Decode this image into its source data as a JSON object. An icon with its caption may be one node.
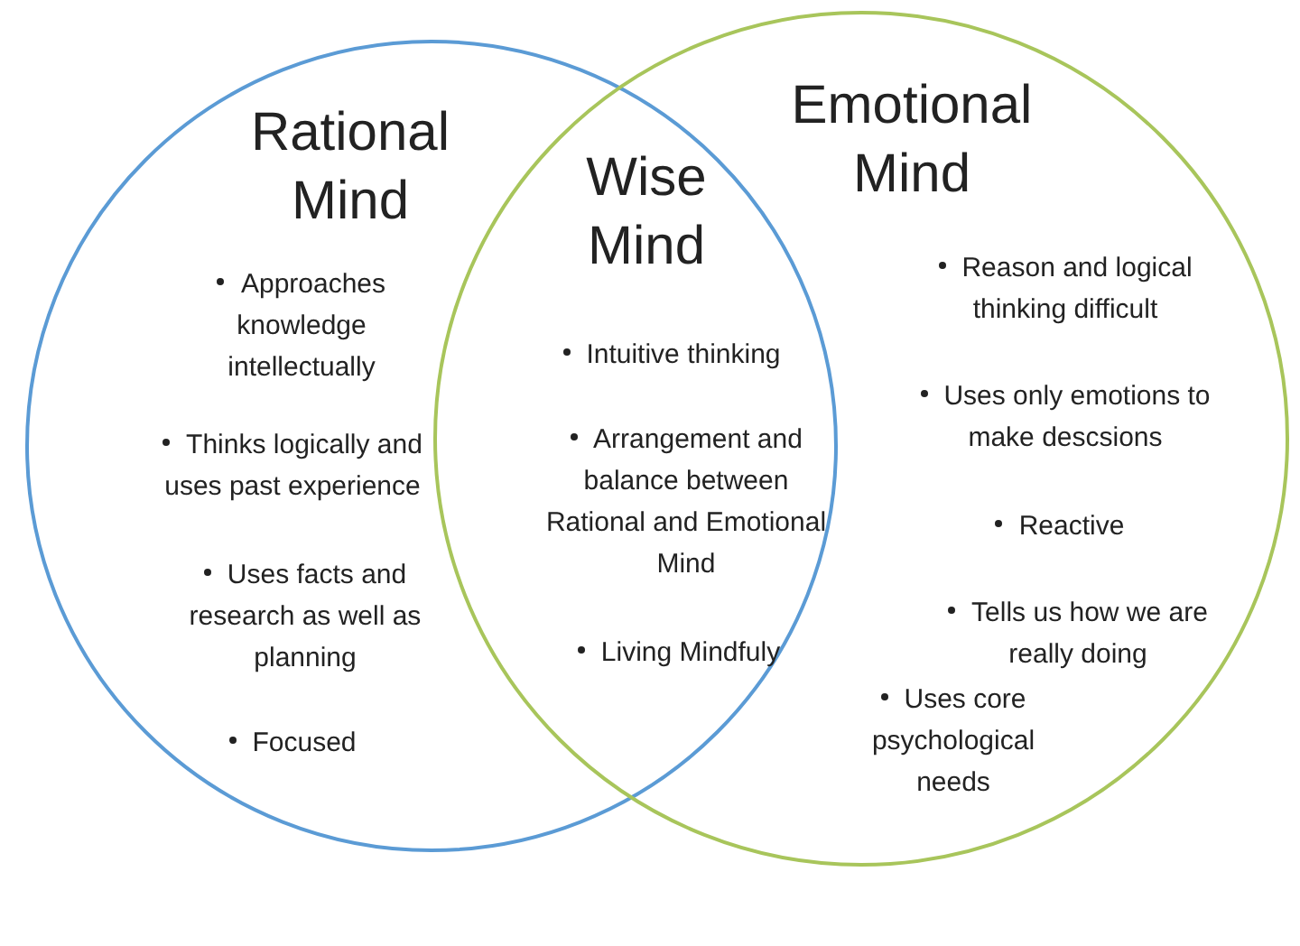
{
  "diagram": {
    "nodes": [
      {
        "text": [
          "Rational Mind",
          "Approaches knowledge intellectually",
          "Thinks logically and uses past experience",
          "Uses facts and research as well as planning",
          "Focused"
        ]
      },
      {
        "text": [
          "Emotional Mind",
          "Reason and logical thinking difficult",
          "Uses only emotions to make descsions",
          "Reactive",
          "Tells us how we are really doing",
          "Uses core psychological needs"
        ]
      },
      {
        "text": [
          "Wise Mind",
          "Intuitive thinking",
          "Arrangement and balance between Rational and Emotional Mind",
          "Living Mindfuly"
        ]
      }
    ]
  }
}
